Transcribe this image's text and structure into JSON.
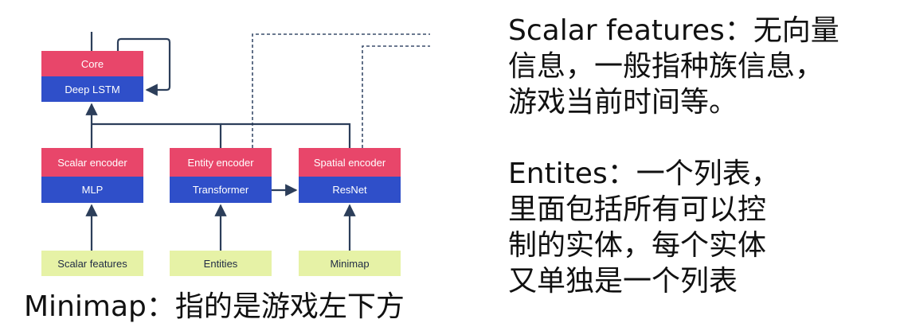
{
  "diagram": {
    "core": {
      "top": "Core",
      "bottom": "Deep LSTM"
    },
    "encoders": [
      {
        "top": "Scalar encoder",
        "bottom": "MLP"
      },
      {
        "top": "Entity encoder",
        "bottom": "Transformer"
      },
      {
        "top": "Spatial encoder",
        "bottom": "ResNet"
      }
    ],
    "inputs": [
      "Scalar features",
      "Entities",
      "Minimap"
    ],
    "colors": {
      "red": "#e8466a",
      "blue": "#2f4fc9",
      "input": "#e6f2a6",
      "line": "#2c3e5a"
    }
  },
  "caption": "Minimap：指的是游戏左下方",
  "notes": {
    "scalar": [
      "Scalar features：无向量",
      "信息，一般指种族信息，",
      "游戏当前时间等。"
    ],
    "entities": [
      "Entites：一个列表，",
      "里面包括所有可以控",
      "制的实体，每个实体",
      "又单独是一个列表"
    ]
  }
}
